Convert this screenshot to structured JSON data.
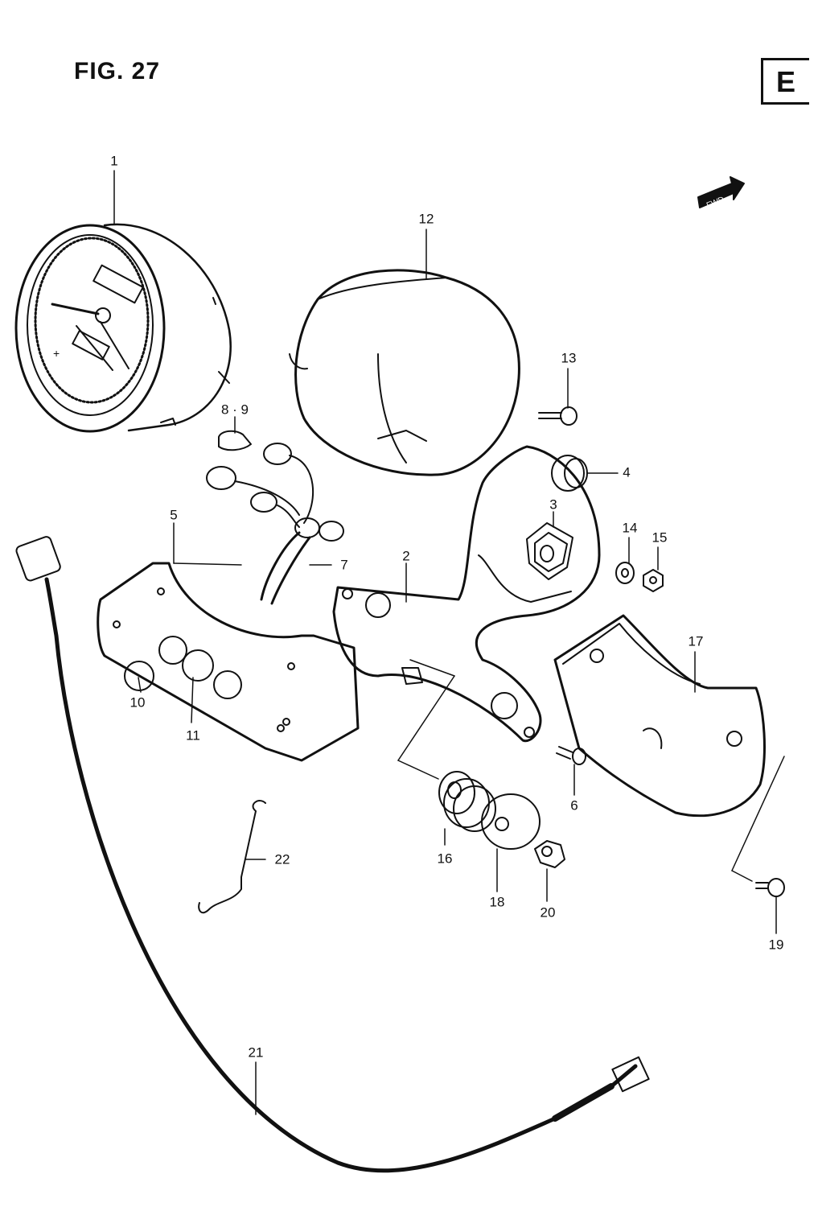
{
  "figure": {
    "title": "FIG. 27",
    "section_letter": "E",
    "direction_label": "FWD"
  },
  "callouts": [
    {
      "id": "1",
      "label": "1"
    },
    {
      "id": "2",
      "label": "2"
    },
    {
      "id": "3",
      "label": "3"
    },
    {
      "id": "4",
      "label": "4"
    },
    {
      "id": "5",
      "label": "5"
    },
    {
      "id": "6",
      "label": "6"
    },
    {
      "id": "7",
      "label": "7"
    },
    {
      "id": "8-9",
      "label": "8 · 9"
    },
    {
      "id": "10",
      "label": "10"
    },
    {
      "id": "11",
      "label": "11"
    },
    {
      "id": "12",
      "label": "12"
    },
    {
      "id": "13",
      "label": "13"
    },
    {
      "id": "14",
      "label": "14"
    },
    {
      "id": "15",
      "label": "15"
    },
    {
      "id": "16",
      "label": "16"
    },
    {
      "id": "17",
      "label": "17"
    },
    {
      "id": "18",
      "label": "18"
    },
    {
      "id": "19",
      "label": "19"
    },
    {
      "id": "20",
      "label": "20"
    },
    {
      "id": "21",
      "label": "21"
    },
    {
      "id": "22",
      "label": "22"
    }
  ]
}
